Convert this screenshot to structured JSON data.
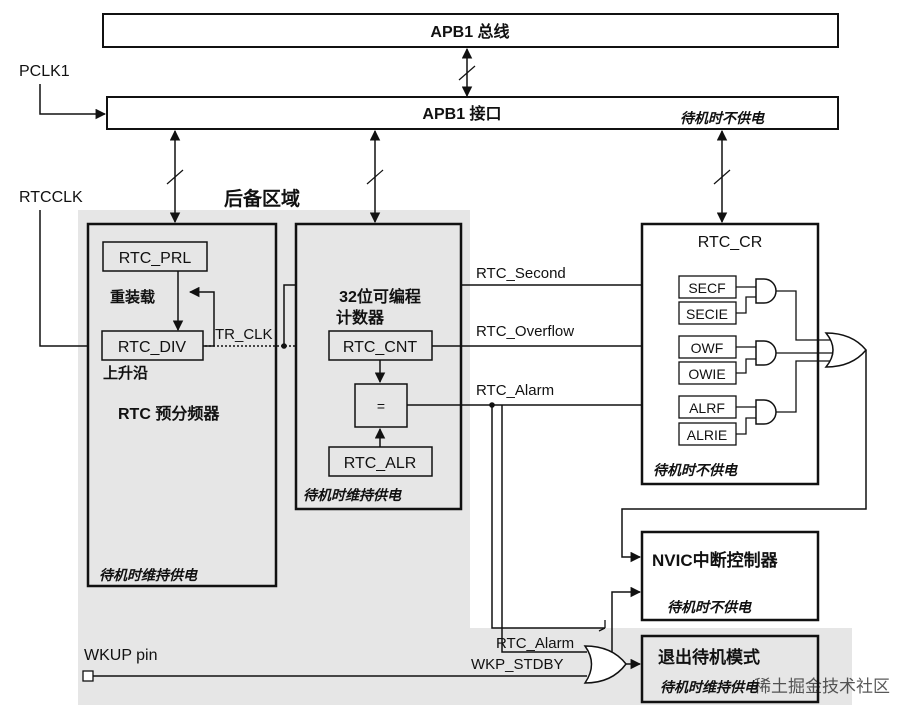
{
  "colors": {
    "line": "#111111",
    "shade": "#e6e6e6",
    "background": "#ffffff"
  },
  "bus": {
    "title": "APB1 总线"
  },
  "interface": {
    "title": "APB1 接口",
    "note": "待机时不供电"
  },
  "signals": {
    "pclk": "PCLK1",
    "rtcclk": "RTCCLK",
    "tr_clk": "TR_CLK",
    "rtc_second": "RTC_Second",
    "rtc_overflow": "RTC_Overflow",
    "rtc_alarm": "RTC_Alarm",
    "rtc_alarm_low": "RTC_Alarm",
    "wkup_pin": "WKUP pin",
    "wkp_stdby": "WKP_STDBY"
  },
  "backup_domain": {
    "title": "后备区域"
  },
  "prescaler": {
    "prl": "RTC_PRL",
    "reload": "重装载",
    "div": "RTC_DIV",
    "rising": "上升沿",
    "name": "RTC 预分频器",
    "note": "待机时维持供电"
  },
  "counter": {
    "title_line1": "32位可编程",
    "title_line2": "计数器",
    "cnt": "RTC_CNT",
    "eq": "=",
    "alr": "RTC_ALR",
    "note": "待机时维持供电"
  },
  "cr": {
    "title": "RTC_CR",
    "flags": [
      "SECF",
      "SECIE",
      "OWF",
      "OWIE",
      "ALRF",
      "ALRIE"
    ],
    "note": "待机时不供电"
  },
  "nvic": {
    "title": "NVIC中断控制器",
    "note": "待机时不供电"
  },
  "exit_standby": {
    "title": "退出待机模式",
    "note": "待机时维持供电"
  },
  "watermark": {
    "text": "稀土掘金技术社区"
  }
}
